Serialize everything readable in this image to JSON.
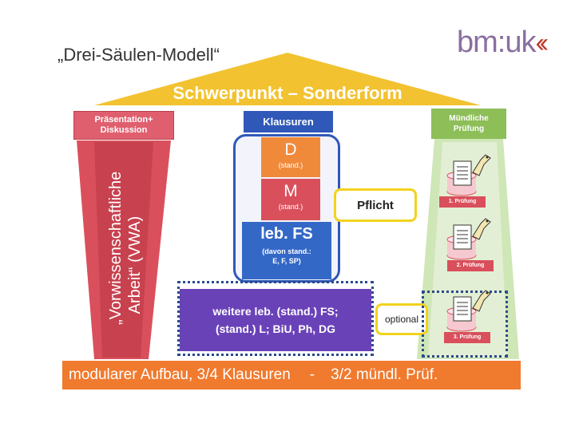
{
  "title": "„Drei-Säulen-Modell“",
  "logo": {
    "text": "bm:uk",
    "mark": "‹‹"
  },
  "roof": {
    "label": "Schwerpunkt – Sonderform"
  },
  "left_pillar": {
    "header": [
      "Präsentation+",
      "Diskussion"
    ],
    "text": [
      "„Vorwissenschaftliche",
      "Arbeit“ (VWA)"
    ]
  },
  "middle_pillar": {
    "header": "Klausuren",
    "d": {
      "label": "D",
      "note": "(stand.)"
    },
    "m": {
      "label": "M",
      "note": "(stand.)"
    },
    "fs": {
      "label": "leb. FS",
      "note": [
        "(davon stand.:",
        "E, F, SP)"
      ]
    },
    "pflicht": "Pflicht",
    "weitere": [
      "weitere leb. (stand.) FS;",
      "(stand.) L; BiU, Ph, DG"
    ],
    "optional": "optional"
  },
  "right_pillar": {
    "header": [
      "Mündliche",
      "Prüfung"
    ],
    "exams": [
      "1. Prüfung",
      "2. Prüfung",
      "3. Prüfung"
    ]
  },
  "base": {
    "left": "modularer Aufbau, 3/4 Klausuren",
    "sep": "-",
    "right": "3/2 mündl. Prüf."
  },
  "colors": {
    "roof": "#f2c230",
    "left": "#d9505c",
    "middle": "#2f58b8",
    "right": "#8dbe58",
    "base": "#f07a2e",
    "highlight": "#f2d21e"
  }
}
